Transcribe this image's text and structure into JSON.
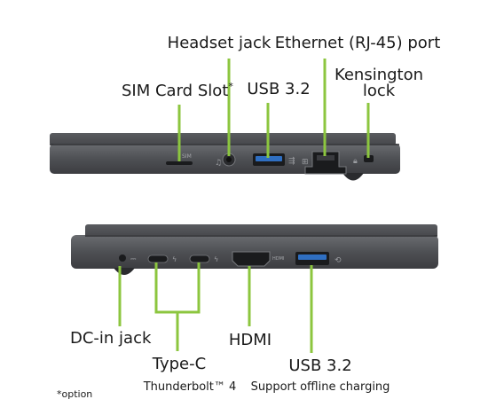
{
  "colors": {
    "laptop_body": "#4d4f53",
    "laptop_edge": "#3a3b3f",
    "laptop_highlight": "#6c6e72",
    "port_dark": "#1a1b1d",
    "usb_blue": "#2f6fc2",
    "callout_line": "#8cc63f",
    "text": "#1a1a1a"
  },
  "top_view": {
    "labels": {
      "headset_jack": "Headset jack",
      "ethernet_port": "Ethernet (RJ-45) port",
      "sim_card_slot": "SIM Card Slot",
      "sim_asterisk": "*",
      "usb32": "USB 3.2",
      "kensington_line1": "Kensington",
      "kensington_line2": "lock"
    },
    "engravings": {
      "sim": "SIM"
    }
  },
  "bottom_view": {
    "labels": {
      "dc_in_jack": "DC-in jack",
      "hdmi": "HDMI",
      "type_c": "Type-C",
      "thunderbolt": "Thunderbolt™ 4",
      "usb32": "USB 3.2",
      "usb_charging_note": "Support offline charging"
    },
    "engravings": {
      "hdmi": "HDMI"
    }
  },
  "footnote": "*option"
}
